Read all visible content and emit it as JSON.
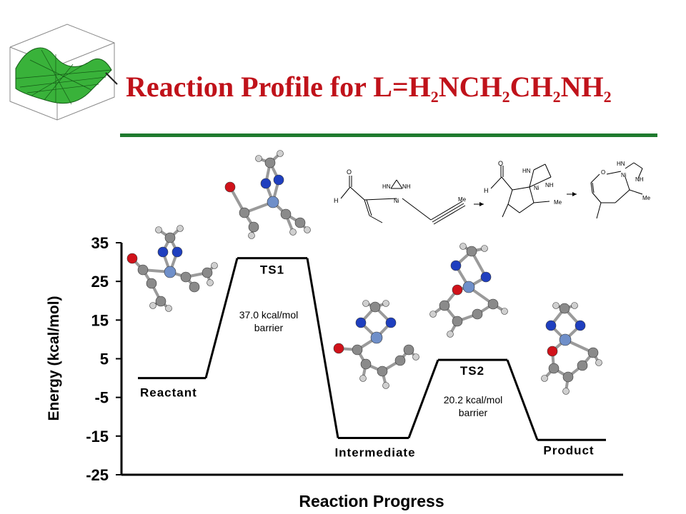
{
  "slide": {
    "title_main": "Reaction Profile for L=H",
    "title_sub1": "2",
    "title_mid1": "NCH",
    "title_sub2": "2",
    "title_mid2": "CH",
    "title_sub3": "2",
    "title_mid3": "NH",
    "title_sub4": "2"
  },
  "colors": {
    "title": "#c0121a",
    "rule": "#1f7a2e",
    "ni_atom": "#6f8fc9",
    "n_atom": "#1f3fbf",
    "o_atom": "#d0121a",
    "c_atom": "#8a8a8a",
    "h_atom": "#cfcfcf"
  },
  "scheme_labels": {
    "o1": "O",
    "h1": "H",
    "hn1": "HN",
    "nh1": "NH",
    "ni1": "Ni",
    "me1": "Me",
    "o2": "O",
    "h2": "H",
    "hn2": "HN",
    "nh2": "NH",
    "ni2": "Ni",
    "me2": "Me",
    "hn3": "HN",
    "o3": "O",
    "ni3": "Ni",
    "nh3": "NH",
    "me3": "Me"
  },
  "chart_data": {
    "type": "line",
    "title": "",
    "xlabel": "Reaction Progress",
    "ylabel": "Energy (kcal/mol)",
    "ylim": [
      -25,
      35
    ],
    "yticks": [
      35,
      25,
      15,
      5,
      -5,
      -15,
      -25
    ],
    "grid": false,
    "states": [
      {
        "label": "Reactant",
        "energy": 0
      },
      {
        "label": "TS1",
        "energy": 31
      },
      {
        "label": "Intermediate",
        "energy": -15.5
      },
      {
        "label": "TS2",
        "energy": 4.7
      },
      {
        "label": "Product",
        "energy": -16
      }
    ],
    "annotations": [
      {
        "line1": "37.0 kcal/mol",
        "line2": "barrier"
      },
      {
        "line1": "20.2 kcal/mol",
        "line2": "barrier"
      }
    ]
  }
}
